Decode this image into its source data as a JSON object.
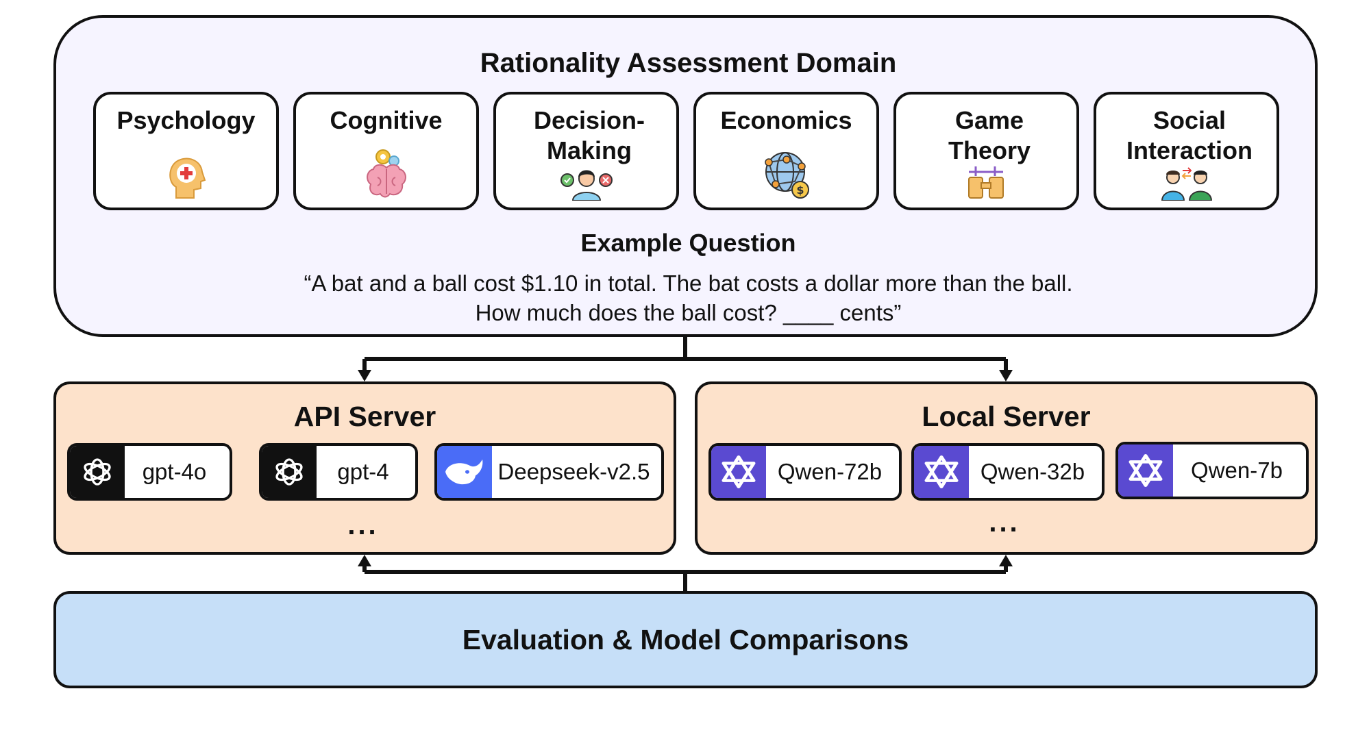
{
  "domain": {
    "title": "Rationality Assessment Domain",
    "cards": [
      {
        "label": "Psychology",
        "icon": "head-medical-icon"
      },
      {
        "label": "Cognitive",
        "icon": "brain-gears-icon"
      },
      {
        "label": "Decision-Making",
        "icon": "person-choices-icon"
      },
      {
        "label": "Economics",
        "icon": "globe-network-icon"
      },
      {
        "label": "Game Theory",
        "icon": "puzzle-hands-icon"
      },
      {
        "label": "Social Interaction",
        "icon": "two-people-icon"
      }
    ],
    "example_title": "Example Question",
    "example_line1": "“A bat and a ball cost $1.10 in total. The bat costs a dollar more than the ball.",
    "example_line2": "How much does the ball cost? ____ cents”"
  },
  "api_server": {
    "title": "API Server",
    "models": [
      {
        "name": "gpt-4o",
        "logo": "openai-logo-icon"
      },
      {
        "name": "gpt-4",
        "logo": "openai-logo-icon"
      },
      {
        "name": "Deepseek-v2.5",
        "logo": "deepseek-whale-icon"
      }
    ],
    "more": "..."
  },
  "local_server": {
    "title": "Local Server",
    "models": [
      {
        "name": "Qwen-72b",
        "logo": "qwen-logo-icon"
      },
      {
        "name": "Qwen-32b",
        "logo": "qwen-logo-icon"
      },
      {
        "name": "Qwen-7b",
        "logo": "qwen-logo-icon"
      }
    ],
    "more": "..."
  },
  "evaluation": {
    "label": "Evaluation & Model Comparisons"
  },
  "colors": {
    "domain_bg": "#f6f4ff",
    "server_bg": "#fde2cb",
    "eval_bg": "#c6dff8",
    "openai_bg": "#111111",
    "deepseek_bg": "#4a6cf7",
    "qwen_bg": "#5a4ad1"
  }
}
